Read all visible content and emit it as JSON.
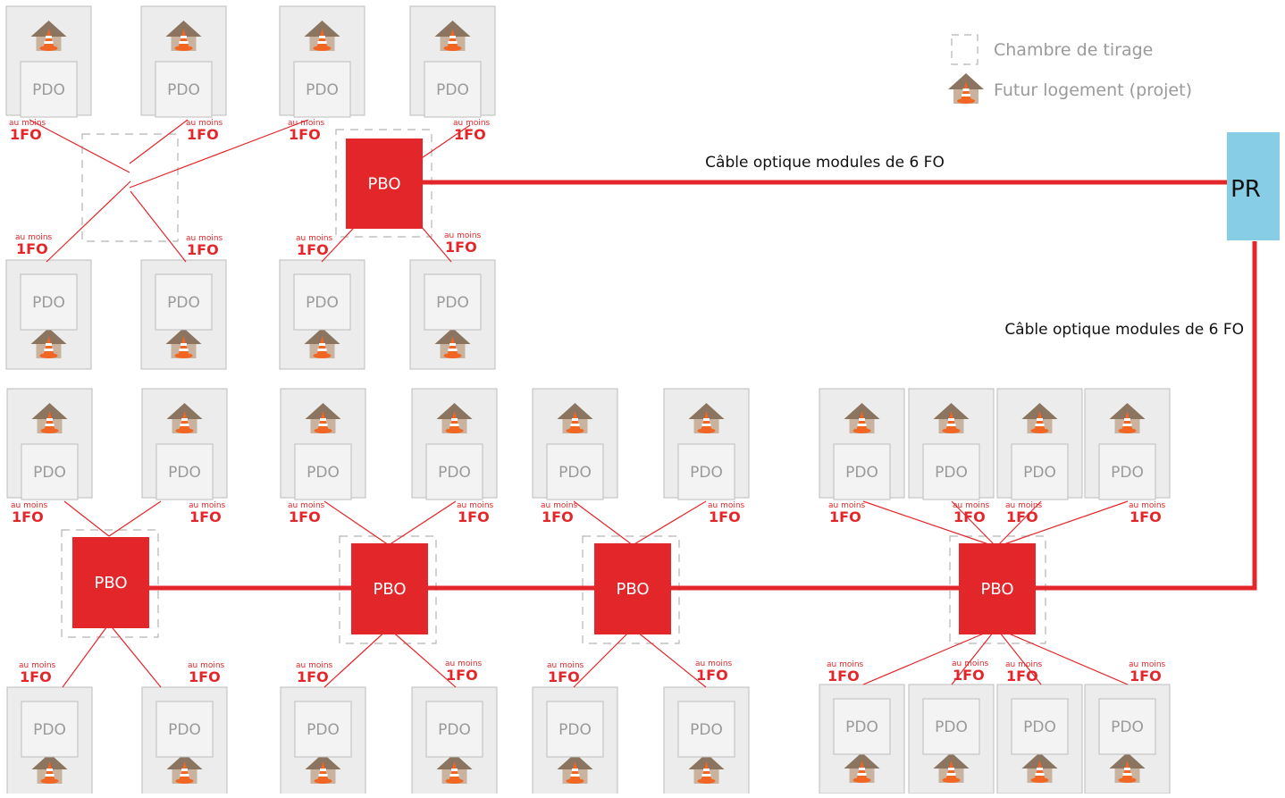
{
  "legend": {
    "chambre_label": "Chambre de tirage",
    "logement_label": "Futur logement (projet)"
  },
  "labels": {
    "pdo": "PDO",
    "pbo": "PBO",
    "pr": "PR",
    "fo_small": "au moins",
    "fo_big": "1FO",
    "cable_top": "Câble optique modules de 6 FO",
    "cable_right": "Câble optique modules de 6 FO"
  },
  "colors": {
    "cable": "#e3262a",
    "pbo": "#e3262a",
    "pr": "#87cde6",
    "building_fill": "#ececec",
    "building_stroke": "#bdbdbd",
    "chamber_stroke": "#b5b5b5"
  },
  "icons": {
    "logement": "house-with-traffic-cone-icon",
    "chamber": "dashed-square-icon"
  }
}
